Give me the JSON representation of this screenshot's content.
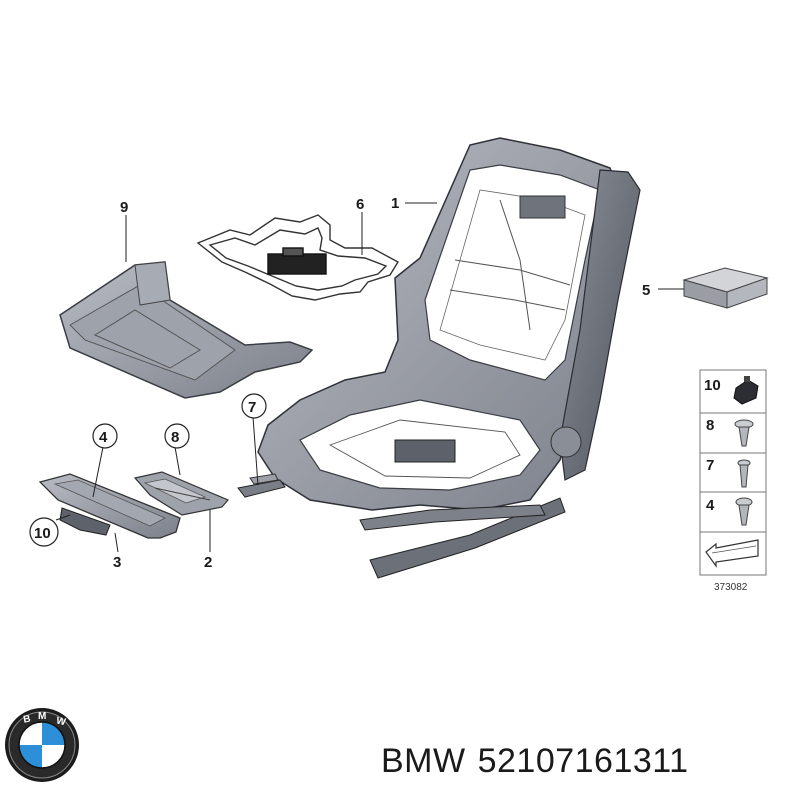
{
  "callouts": {
    "c1": "1",
    "c2": "2",
    "c3": "3",
    "c4": "4",
    "c5": "5",
    "c6": "6",
    "c7": "7",
    "c8": "8",
    "c9": "9",
    "c10": "10"
  },
  "legend": {
    "items": [
      "10",
      "8",
      "7",
      "4"
    ],
    "reference": "373082"
  },
  "footer": {
    "brand": "BMW",
    "part_number": "52107161311",
    "logo_icon": "bmw-roundel-icon",
    "logo_letters": "BMW"
  }
}
